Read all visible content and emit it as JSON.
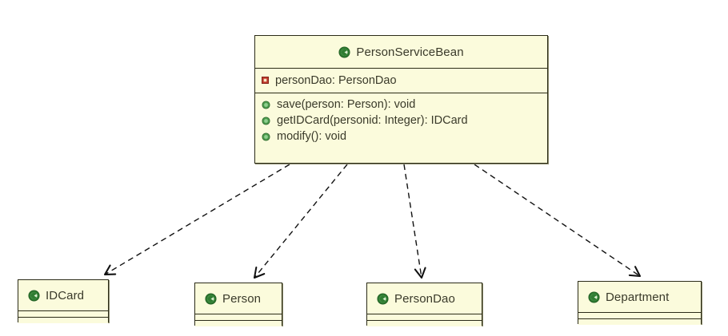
{
  "diagram": {
    "type": "uml-class-diagram",
    "title": "PersonServiceBean dependency diagram",
    "background_color": "#ffffff",
    "class_fill_color": "#fbfbdc",
    "class_border_color": "#2b2b18",
    "text_color": "#3a3a2a",
    "public_icon_color": "#3f9a3f",
    "private_icon_color": "#b03a2e",
    "relationship_style": "dashed-dependency-arrow"
  },
  "main_class": {
    "name": "PersonServiceBean",
    "icon": "class-icon",
    "attributes": [
      {
        "icon": "private-field-icon",
        "visibility": "private",
        "text": "personDao: PersonDao"
      }
    ],
    "operations": [
      {
        "icon": "public-method-icon",
        "visibility": "public",
        "text": "save(person: Person): void"
      },
      {
        "icon": "public-method-icon",
        "visibility": "public",
        "text": "getIDCard(personid: Integer): IDCard"
      },
      {
        "icon": "public-method-icon",
        "visibility": "public",
        "text": "modify(): void"
      }
    ]
  },
  "related_classes": [
    {
      "name": "IDCard",
      "icon": "class-icon"
    },
    {
      "name": "Person",
      "icon": "class-icon"
    },
    {
      "name": "PersonDao",
      "icon": "class-icon"
    },
    {
      "name": "Department",
      "icon": "class-icon"
    }
  ],
  "relationships": [
    {
      "from": "PersonServiceBean",
      "to": "IDCard",
      "kind": "dependency"
    },
    {
      "from": "PersonServiceBean",
      "to": "Person",
      "kind": "dependency"
    },
    {
      "from": "PersonServiceBean",
      "to": "PersonDao",
      "kind": "dependency"
    },
    {
      "from": "PersonServiceBean",
      "to": "Department",
      "kind": "dependency"
    }
  ]
}
